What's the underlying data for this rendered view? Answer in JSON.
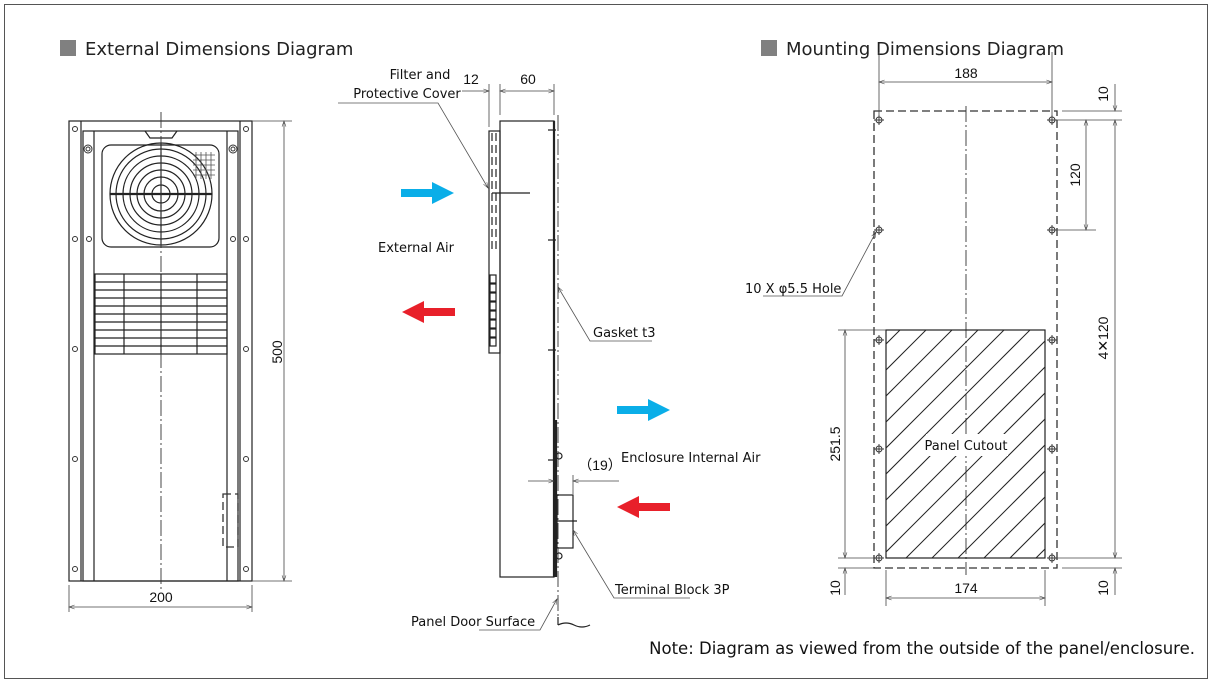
{
  "external": {
    "title": "External Dimensions Diagram",
    "width_dim": "200",
    "height_dim": "500"
  },
  "side": {
    "filter_label_line1": "Filter and",
    "filter_label_line2": "Protective Cover",
    "dim_filter": "12",
    "dim_depth": "60",
    "external_air": "External Air",
    "gasket": "Gasket t3",
    "internal_air": "Enclosure Internal Air",
    "dim_terminal": "（19）",
    "terminal_block": "Terminal Block 3P",
    "panel_door": "Panel Door Surface"
  },
  "mounting": {
    "title": "Mounting Dimensions Diagram",
    "dim_top_width": "188",
    "dim_bottom_width": "174",
    "dim_top_offset": "10",
    "dim_pitch": "120",
    "dim_total_pitch": "4✕120",
    "dim_cutout_height": "251.5",
    "dim_bottom_left": "10",
    "dim_bottom_right": "10",
    "hole_label": "10 X φ5.5 Hole",
    "cutout_label": "Panel Cutout"
  },
  "note": "Note: Diagram as viewed from the outside of the panel/enclosure.",
  "colors": {
    "title_square": "#808080",
    "cool_arrow": "#0aaee8",
    "warm_arrow": "#e8202a"
  }
}
